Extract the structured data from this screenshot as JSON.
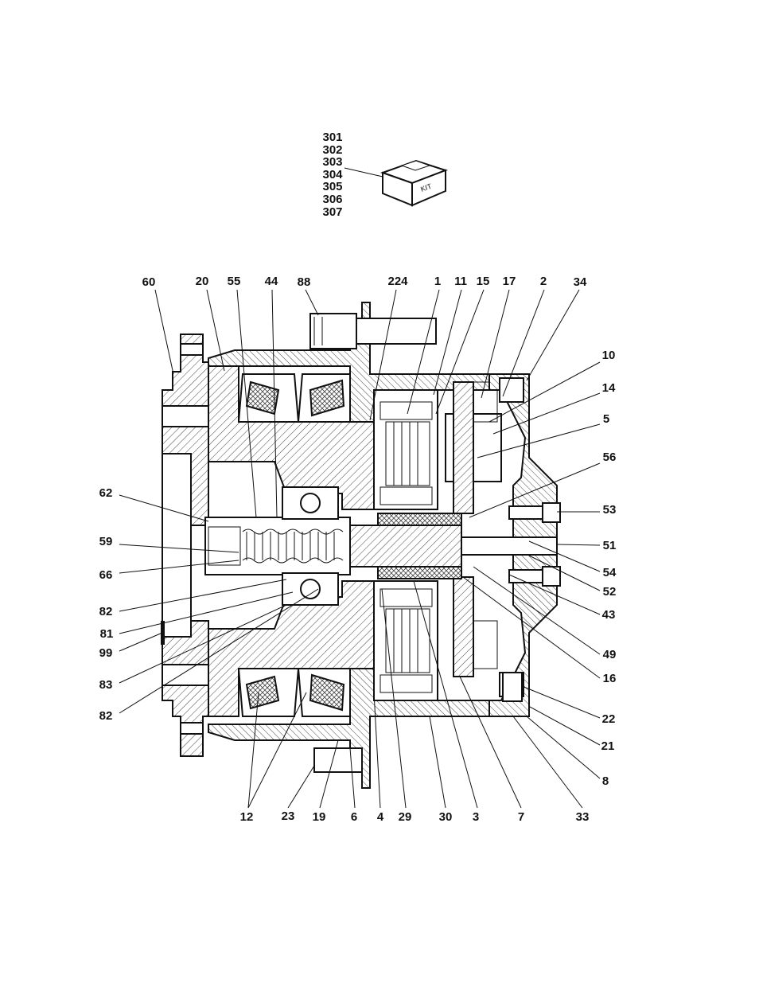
{
  "kit": {
    "label": "KIT",
    "part_numbers": [
      "301",
      "302",
      "303",
      "304",
      "305",
      "306",
      "307"
    ]
  },
  "callouts": {
    "top": [
      "60",
      "20",
      "55",
      "44",
      "88",
      "224",
      "1",
      "11",
      "15",
      "17",
      "2",
      "34"
    ],
    "right": [
      "10",
      "14",
      "5",
      "56",
      "53",
      "51",
      "54",
      "52",
      "43",
      "49",
      "16",
      "22",
      "21",
      "8"
    ],
    "left": [
      "62",
      "59",
      "66",
      "82",
      "81",
      "99",
      "83",
      "82"
    ],
    "bottom": [
      "12",
      "23",
      "19",
      "6",
      "4",
      "29",
      "30",
      "3",
      "7",
      "33"
    ]
  },
  "colors": {
    "ink": "#111111",
    "paper": "#ffffff"
  }
}
